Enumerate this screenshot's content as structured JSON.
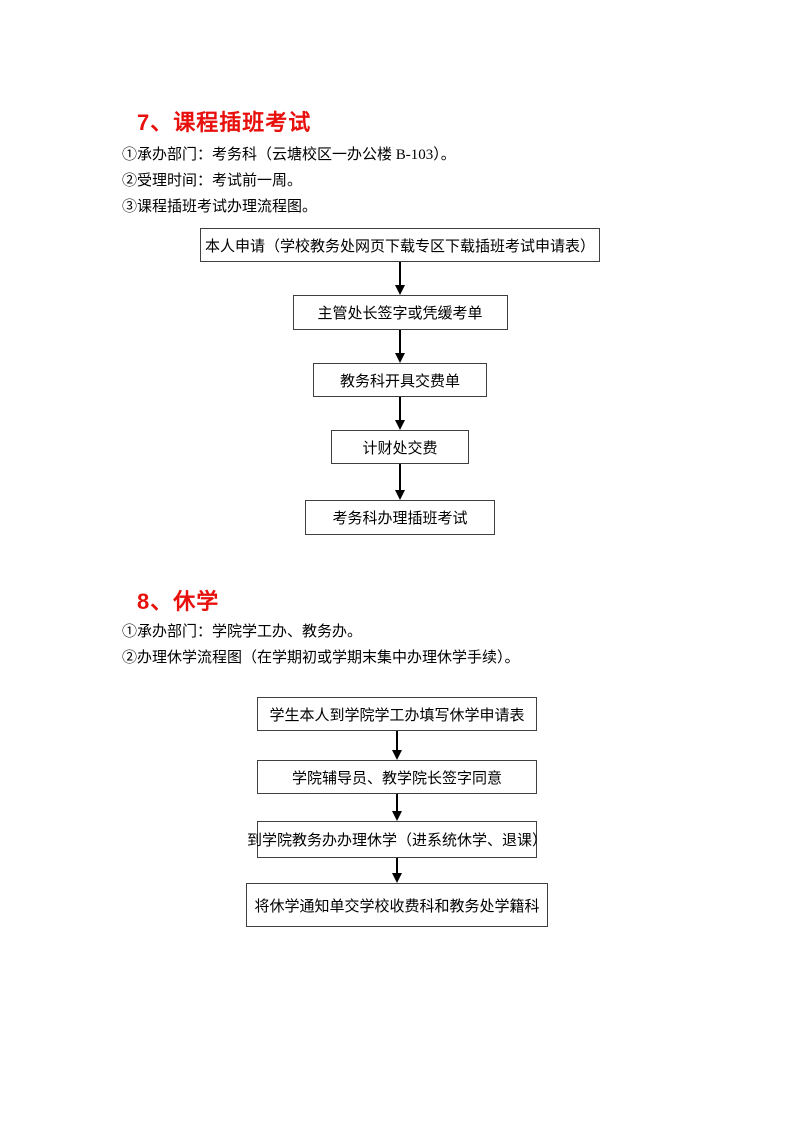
{
  "colors": {
    "heading_red": "#e8100c",
    "text_black": "#000000",
    "box_border_gray": "#3f3f3f",
    "page_background": "#ffffff"
  },
  "sections": [
    {
      "number": "7",
      "title": "7、课程插班考试",
      "paragraphs": [
        "①承办部门：考务科（云塘校区一办公楼 B-103）。",
        "②受理时间：考试前一周。",
        "③课程插班考试办理流程图。"
      ],
      "flowchart": {
        "steps": [
          "本人申请（学校教务处网页下载专区下载插班考试申请表）",
          "主管处长签字或凭缓考单",
          "教务科开具交费单",
          "计财处交费",
          "考务科办理插班考试"
        ]
      }
    },
    {
      "number": "8",
      "title": "8、休学",
      "paragraphs": [
        "①承办部门：学院学工办、教务办。",
        "②办理休学流程图（在学期初或学期末集中办理休学手续）。"
      ],
      "flowchart": {
        "steps": [
          "学生本人到学院学工办填写休学申请表",
          "学院辅导员、教学院长签字同意",
          "到学院教务办办理休学（进系统休学、退课）",
          "将休学通知单交学校收费科和教务处学籍科"
        ]
      }
    }
  ]
}
